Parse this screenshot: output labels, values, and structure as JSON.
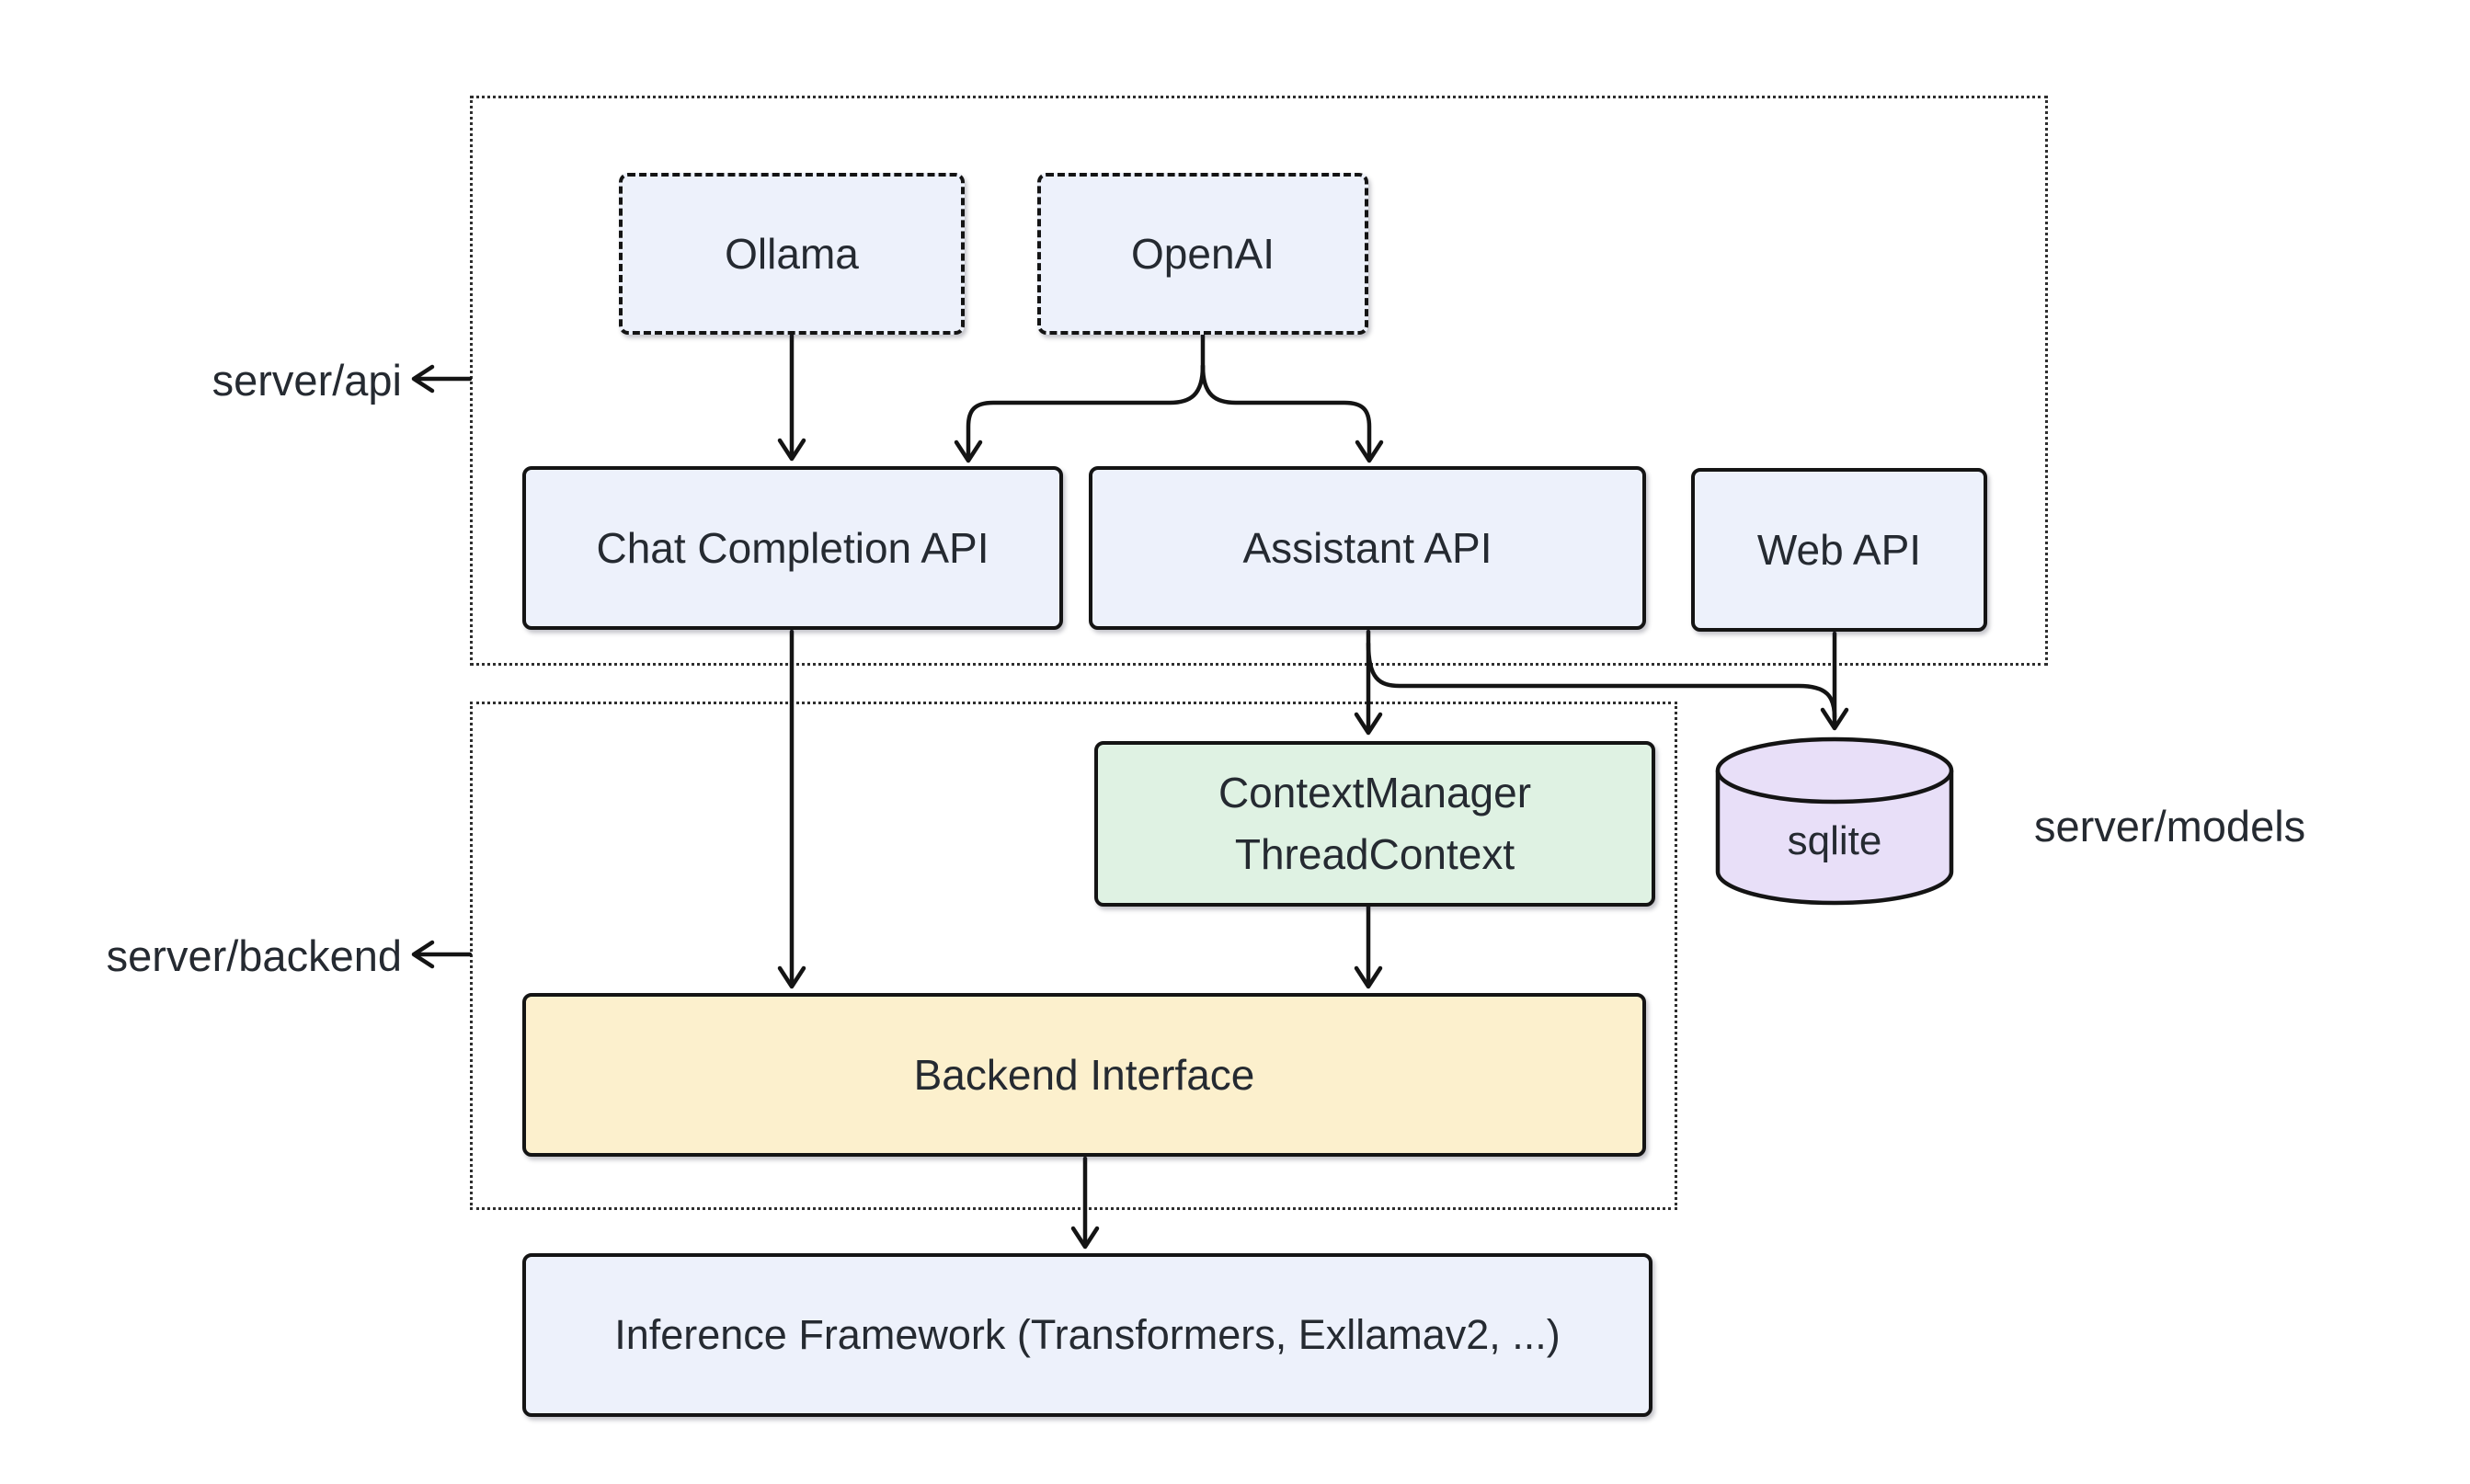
{
  "colors": {
    "background": "#ffffff",
    "edge_stroke": "#141414",
    "container_border": "#2e2e2e",
    "text": "#252a31",
    "node_blue": "#edf1fb",
    "node_green": "#dff2e3",
    "node_yellow": "#fcf0cd",
    "node_purple": "#e8dff8"
  },
  "containers": {
    "server_api": {
      "label": "server/api"
    },
    "server_backend": {
      "label": "server/backend"
    }
  },
  "external": {
    "server_models_label": "server/models"
  },
  "nodes": {
    "ollama": {
      "label": "Ollama",
      "fill": "#edf1fb"
    },
    "openai": {
      "label": "OpenAI",
      "fill": "#edf1fb"
    },
    "chat_completion_api": {
      "label": "Chat Completion API",
      "fill": "#edf1fb"
    },
    "assistant_api": {
      "label": "Assistant API",
      "fill": "#edf1fb"
    },
    "web_api": {
      "label": "Web API",
      "fill": "#edf1fb"
    },
    "context_manager": {
      "line1": "ContextManager",
      "line2": "ThreadContext",
      "fill": "#dff2e3"
    },
    "sqlite": {
      "label": "sqlite",
      "fill": "#e8dff8"
    },
    "backend_interface": {
      "label": "Backend Interface",
      "fill": "#fcf0cd"
    },
    "inference_framework": {
      "label": "Inference Framework (Transformers, Exllamav2, ...)",
      "fill": "#edf1fb"
    }
  },
  "edges": [
    {
      "from": "Ollama",
      "to": "Chat Completion API"
    },
    {
      "from": "OpenAI",
      "to": "Chat Completion API"
    },
    {
      "from": "OpenAI",
      "to": "Assistant API"
    },
    {
      "from": "Chat Completion API",
      "to": "Backend Interface"
    },
    {
      "from": "Assistant API",
      "to": "ContextManager ThreadContext"
    },
    {
      "from": "Assistant API",
      "to": "sqlite"
    },
    {
      "from": "Web API",
      "to": "sqlite"
    },
    {
      "from": "ContextManager ThreadContext",
      "to": "Backend Interface"
    },
    {
      "from": "Backend Interface",
      "to": "Inference Framework (Transformers, Exllamav2, ...)"
    }
  ]
}
